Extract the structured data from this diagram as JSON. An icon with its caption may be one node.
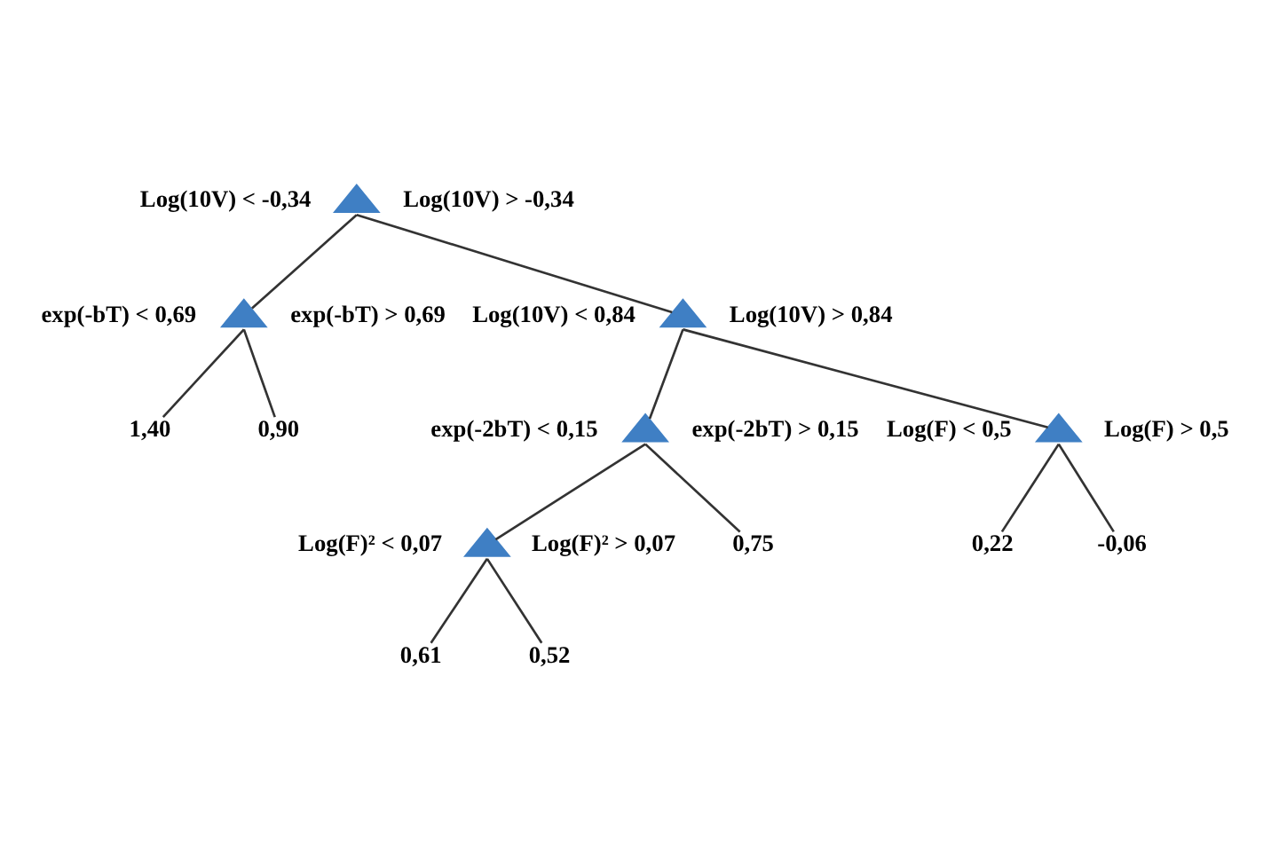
{
  "diagram": {
    "nodes": [
      {
        "text": [],
        "shape": "triangle",
        "beside": [
          "Log(10V) < -0,34",
          "Log(10V) > -0,34"
        ]
      },
      {
        "text": [],
        "shape": "triangle",
        "beside": [
          "exp(-bT) < 0,69",
          "exp(-bT) > 0,69"
        ]
      },
      {
        "text": [],
        "shape": "triangle",
        "beside": [
          "Log(10V) < 0,84",
          "Log(10V) > 0,84"
        ]
      },
      {
        "text": [
          "1,40"
        ]
      },
      {
        "text": [
          "0,90"
        ]
      },
      {
        "text": [],
        "shape": "triangle",
        "beside": [
          "exp(-2bT) < 0,15",
          "exp(-2bT) > 0,15"
        ]
      },
      {
        "text": [],
        "shape": "triangle",
        "beside": [
          "Log(F) < 0,5",
          "Log(F) > 0,5"
        ]
      },
      {
        "text": [],
        "shape": "triangle",
        "beside": [
          "Log(F)² < 0,07",
          "Log(F)² > 0,07"
        ]
      },
      {
        "text": [
          "0,75"
        ]
      },
      {
        "text": [
          "0,22"
        ]
      },
      {
        "text": [
          "-0,06"
        ]
      },
      {
        "text": [
          "0,61"
        ]
      },
      {
        "text": [
          "0,52"
        ]
      }
    ],
    "edges": [
      {
        "from": 0,
        "to": 1,
        "arrow": "none"
      },
      {
        "from": 0,
        "to": 2,
        "arrow": "none"
      },
      {
        "from": 1,
        "to": 3,
        "arrow": "none"
      },
      {
        "from": 1,
        "to": 4,
        "arrow": "none"
      },
      {
        "from": 2,
        "to": 5,
        "arrow": "none"
      },
      {
        "from": 2,
        "to": 6,
        "arrow": "none"
      },
      {
        "from": 5,
        "to": 7,
        "arrow": "none"
      },
      {
        "from": 5,
        "to": 8,
        "arrow": "none"
      },
      {
        "from": 6,
        "to": 9,
        "arrow": "none"
      },
      {
        "from": 6,
        "to": 10,
        "arrow": "none"
      },
      {
        "from": 7,
        "to": 11,
        "arrow": "none"
      },
      {
        "from": 7,
        "to": 12,
        "arrow": "none"
      }
    ]
  }
}
